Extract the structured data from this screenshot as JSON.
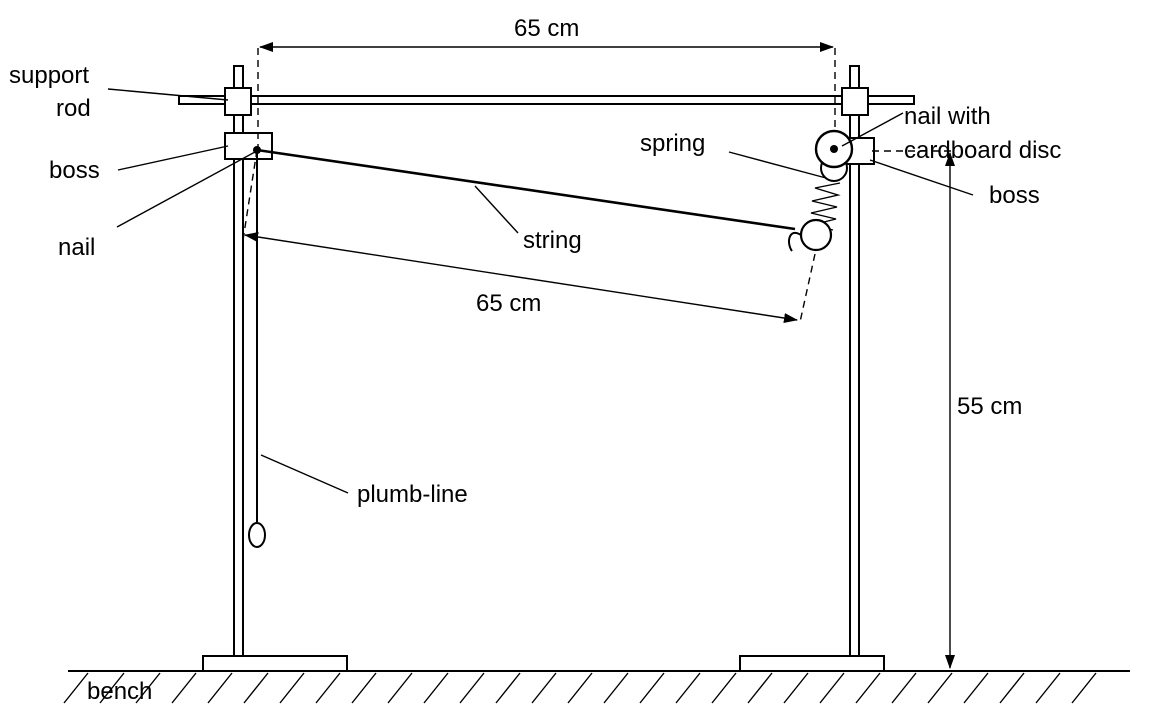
{
  "labels": {
    "support_rod_line1": "support",
    "support_rod_line2": "rod",
    "boss_left": "boss",
    "nail": "nail",
    "string": "string",
    "spring": "spring",
    "nail_disc_line1": "nail with",
    "nail_disc_line2": "cardboard disc",
    "boss_right": "boss",
    "plumb_line": "plumb-line",
    "bench": "bench"
  },
  "dimensions": {
    "top_span": "65 cm",
    "string_length": "65 cm",
    "height": "55 cm"
  }
}
